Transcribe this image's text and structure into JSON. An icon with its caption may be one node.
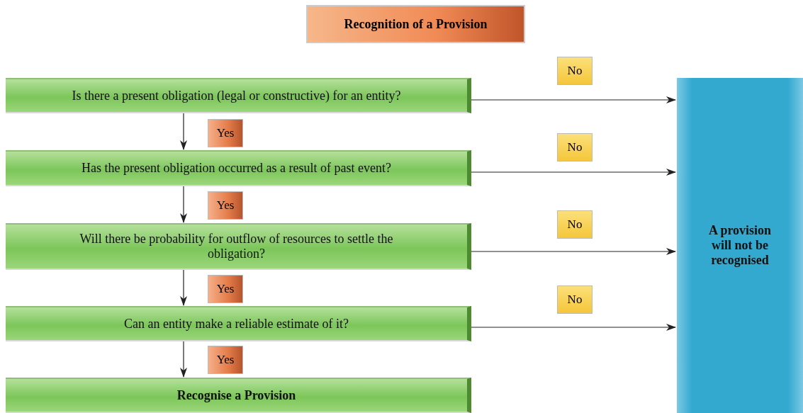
{
  "diagram": {
    "title": "Recognition of a Provision",
    "nodes": [
      {
        "text": [
          "Is there a present obligation (legal or constructive) for an entity?"
        ]
      },
      {
        "text": [
          "Has the present obligation occurred as a result of past event?"
        ]
      },
      {
        "text": [
          "Will there be probability for outflow of resources to settle the obligation?"
        ]
      },
      {
        "text": [
          "Can an entity make a reliable estimate of it?"
        ]
      },
      {
        "text": [
          "Recognise a Provision"
        ]
      },
      {
        "text": [
          "A provision will not be recognised"
        ]
      }
    ],
    "edges": [
      {
        "from": 0,
        "to": 1,
        "arrow": "to",
        "label": "Yes"
      },
      {
        "from": 1,
        "to": 2,
        "arrow": "to",
        "label": "Yes"
      },
      {
        "from": 2,
        "to": 3,
        "arrow": "to",
        "label": "Yes"
      },
      {
        "from": 3,
        "to": 4,
        "arrow": "to",
        "label": "Yes"
      },
      {
        "from": 0,
        "to": 5,
        "arrow": "to",
        "label": "No"
      },
      {
        "from": 1,
        "to": 5,
        "arrow": "to",
        "label": "No"
      },
      {
        "from": 2,
        "to": 5,
        "arrow": "to",
        "label": "No"
      },
      {
        "from": 3,
        "to": 5,
        "arrow": "to",
        "label": "No"
      }
    ]
  }
}
